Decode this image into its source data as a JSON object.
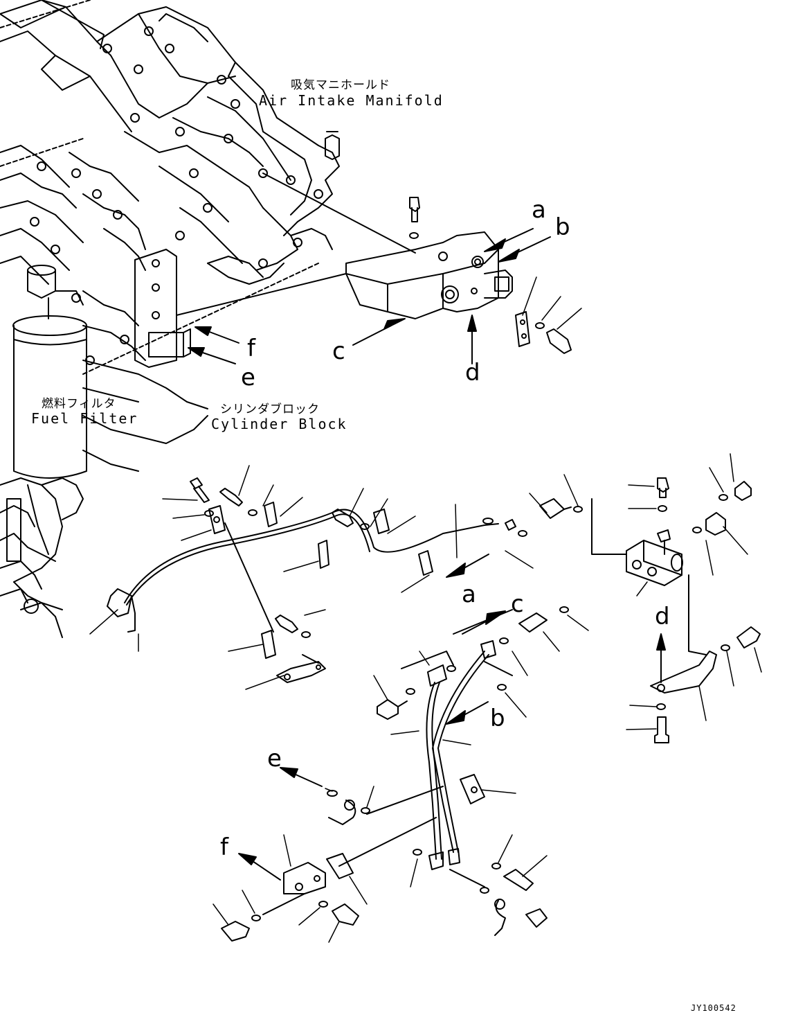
{
  "labels": {
    "air_intake_manifold_jp": "吸気マニホールド",
    "air_intake_manifold_en": "Air Intake Manifold",
    "fuel_filter_jp": "燃料フィルタ",
    "fuel_filter_en": "Fuel Filter",
    "cylinder_block_jp": "シリンダブロック",
    "cylinder_block_en": "Cylinder Block"
  },
  "refs": {
    "top": [
      "a",
      "b",
      "c",
      "d",
      "e",
      "f"
    ],
    "bottom": [
      "a",
      "c",
      "d",
      "b",
      "e",
      "f"
    ]
  },
  "drawing_code": "JY100542"
}
